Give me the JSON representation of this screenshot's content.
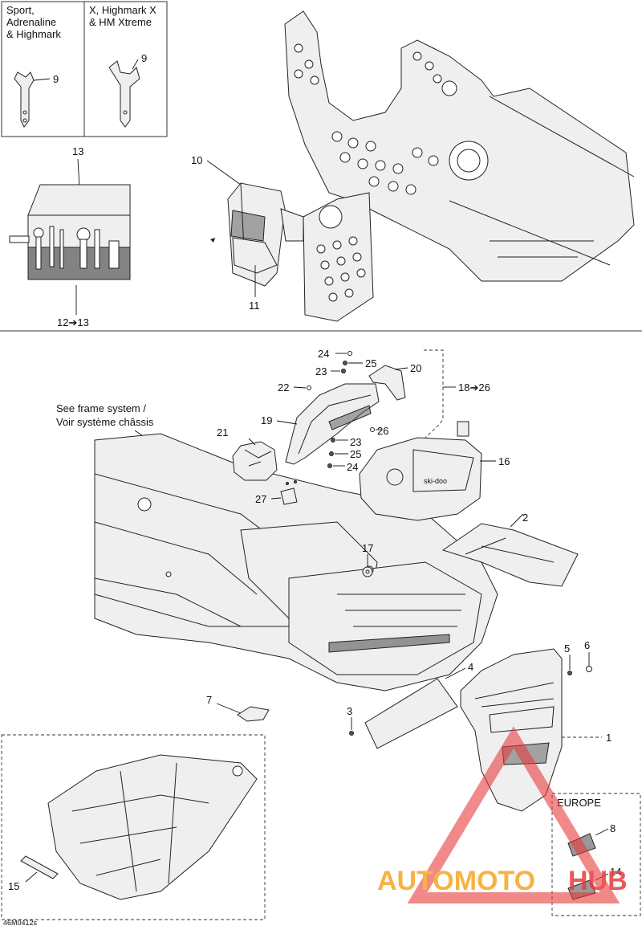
{
  "boxes": {
    "box_a_text": [
      "Sport,",
      "Adrenaline",
      "& Highmark"
    ],
    "box_b_text": [
      "X, Highmark X",
      "& HM Xtreme"
    ]
  },
  "notes": {
    "frame_ref": [
      "See frame system /",
      "Voir système châssis"
    ],
    "europe": "EUROPE"
  },
  "callouts": {
    "c1": "1",
    "c2": "2",
    "c3": "3",
    "c4": "4",
    "c5": "5",
    "c6": "6",
    "c7": "7",
    "c8": "8",
    "c9a": "9",
    "c9b": "9",
    "c10": "10",
    "c11": "11",
    "c13": "13",
    "c12_13": "12➔13",
    "c14": "14",
    "c15": "15",
    "c16": "16",
    "c17": "17",
    "c18_26": "18➔26",
    "c19": "19",
    "c20": "20",
    "c21": "21",
    "c22": "22",
    "c23a": "23",
    "c23b": "23",
    "c24a": "24",
    "c24b": "24",
    "c25a": "25",
    "c25b": "25",
    "c26": "26",
    "c27": "27"
  },
  "drawing_code": "46M0412s",
  "watermark": {
    "text_a": "AUTOMOTO",
    "text_b": "HUB",
    "color_a": "#f5a623",
    "color_b": "#e83a3a"
  }
}
